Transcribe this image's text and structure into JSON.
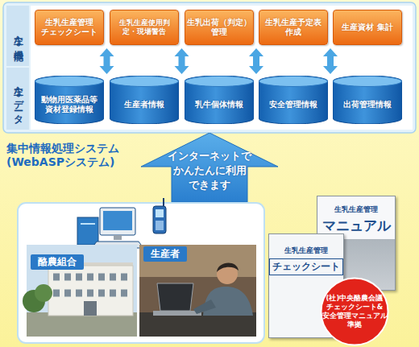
{
  "diagram": {
    "nodes": [
      {
        "text": [
          "主な機能"
        ]
      },
      {
        "text": [
          "生乳生産管理 チェックシート"
        ]
      },
      {
        "text": [
          "生乳生産使用判定・現場警告"
        ]
      },
      {
        "text": [
          "生乳出荷（判定）管理"
        ]
      },
      {
        "text": [
          "生乳生産予定表 作成"
        ]
      },
      {
        "text": [
          "生産資材 集計"
        ]
      },
      {
        "text": [
          "主なデータ"
        ]
      },
      {
        "text": [
          "動物用医薬品等 資材登録情報"
        ]
      },
      {
        "text": [
          "生産者情報"
        ]
      },
      {
        "text": [
          "乳牛個体情報"
        ]
      },
      {
        "text": [
          "安全管理情報"
        ]
      },
      {
        "text": [
          "出荷管理情報"
        ]
      },
      {
        "text": [
          "インターネットで かんたんに利用 できます"
        ]
      },
      {
        "text": [
          "酪農組合"
        ]
      },
      {
        "text": [
          "生産者"
        ]
      },
      {
        "text": [
          "生乳生産管理",
          "マニュアル"
        ]
      },
      {
        "text": [
          "生乳生産管理",
          "チェックシート"
        ]
      },
      {
        "text": [
          "(社)中央酪農会議 チェックシート& 安全管理マニュアル 準拠"
        ]
      }
    ],
    "labels": [
      "集中情報処理システム (WebASPシステム)"
    ]
  }
}
